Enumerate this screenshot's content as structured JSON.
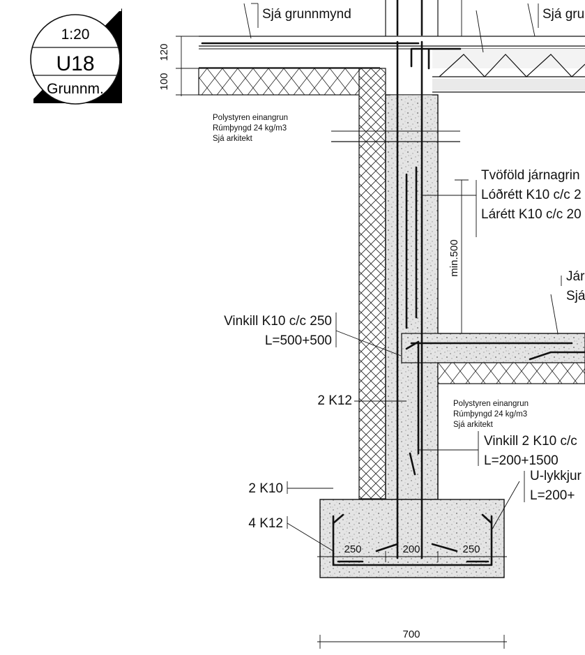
{
  "detail_tag": {
    "scale": "1:20",
    "code": "U18",
    "reference": "Grunnm."
  },
  "top_refs": {
    "left": "Sjá grunnmynd",
    "right": "Sjá gru"
  },
  "dims_left": {
    "a": "120",
    "b": "100"
  },
  "insulation_1": {
    "line1": "Polystyren einangrun",
    "line2": "Rúmþyngd 24 kg/m3",
    "line3": "Sjá arkitekt"
  },
  "insulation_2": {
    "line1": "Polystyren einangrun",
    "line2": "Rúmþyngd 24 kg/m3",
    "line3": "Sjá arkitekt"
  },
  "rebar_note": {
    "line1": "Tvöföld járnagrin",
    "line2": "Lóðrétt K10 c/c 2",
    "line3": "Lárétt K10 c/c 20"
  },
  "min_dim": "min.500",
  "slab_ref": {
    "line1": "Jár",
    "line2": "Sjá"
  },
  "vinkill_1": {
    "line1": "Vinkill K10 c/c 250",
    "line2": "L=500+500"
  },
  "bar_2k12": "2 K12",
  "vinkill_2": {
    "line1": "Vinkill 2 K10 c/c",
    "line2": "L=200+1500"
  },
  "footing": {
    "top_bars": "2 K10",
    "bottom_bars": "4 K12"
  },
  "u_bar": {
    "line1": "U-lykkjur",
    "line2": "L=200+"
  },
  "footing_dims": {
    "d1": "250",
    "d2": "200",
    "d3": "250",
    "total": "700"
  }
}
